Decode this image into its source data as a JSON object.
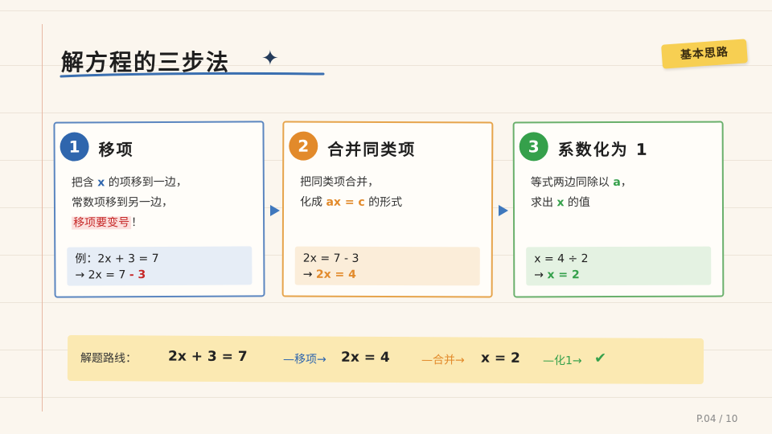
{
  "title": "解方程的三步法",
  "title_star": "✦",
  "tag": "基本思路",
  "steps": [
    {
      "num": "1",
      "title": "移项",
      "desc": [
        {
          "pre": "把含 ",
          "kw": "x",
          "post": " 的项移到一边，"
        },
        {
          "text": "常数项移到另一边，"
        },
        {
          "warn": "移项要变号",
          "post": "！"
        }
      ],
      "example": [
        "例：2x + 3 = 7",
        {
          "pre": "→ 2x = 7 ",
          "hl": "- 3"
        }
      ]
    },
    {
      "num": "2",
      "title": "合并同类项",
      "desc": [
        {
          "text": "把同类项合并，"
        },
        {
          "pre": "化成 ",
          "kw": "ax = c",
          "post": " 的形式"
        }
      ],
      "example": [
        "2x = 7 - 3",
        {
          "pre": "→ ",
          "hl": "2x = 4"
        }
      ]
    },
    {
      "num": "3",
      "title": "系数化为 1",
      "desc": [
        {
          "pre": "等式两边同除以 ",
          "kw": "a",
          "post": "，"
        },
        {
          "pre": "求出 ",
          "kw": "x",
          "post": " 的值"
        }
      ],
      "example": [
        "x = 4 ÷ 2",
        {
          "pre": "→ ",
          "hl": "x = 2"
        }
      ]
    }
  ],
  "route": {
    "label": "解题路线：",
    "eq1": "2x + 3 = 7",
    "step1": "—移项→",
    "eq2": "2x = 4",
    "step2": "—合并→",
    "eq3": "x = 2",
    "step3": "—化1→",
    "check": "✔"
  },
  "page": "P.04 / 10",
  "colors": {
    "blue": "#2f66ad",
    "orange": "#e28a2b",
    "green": "#35a04b",
    "red": "#c62828"
  }
}
